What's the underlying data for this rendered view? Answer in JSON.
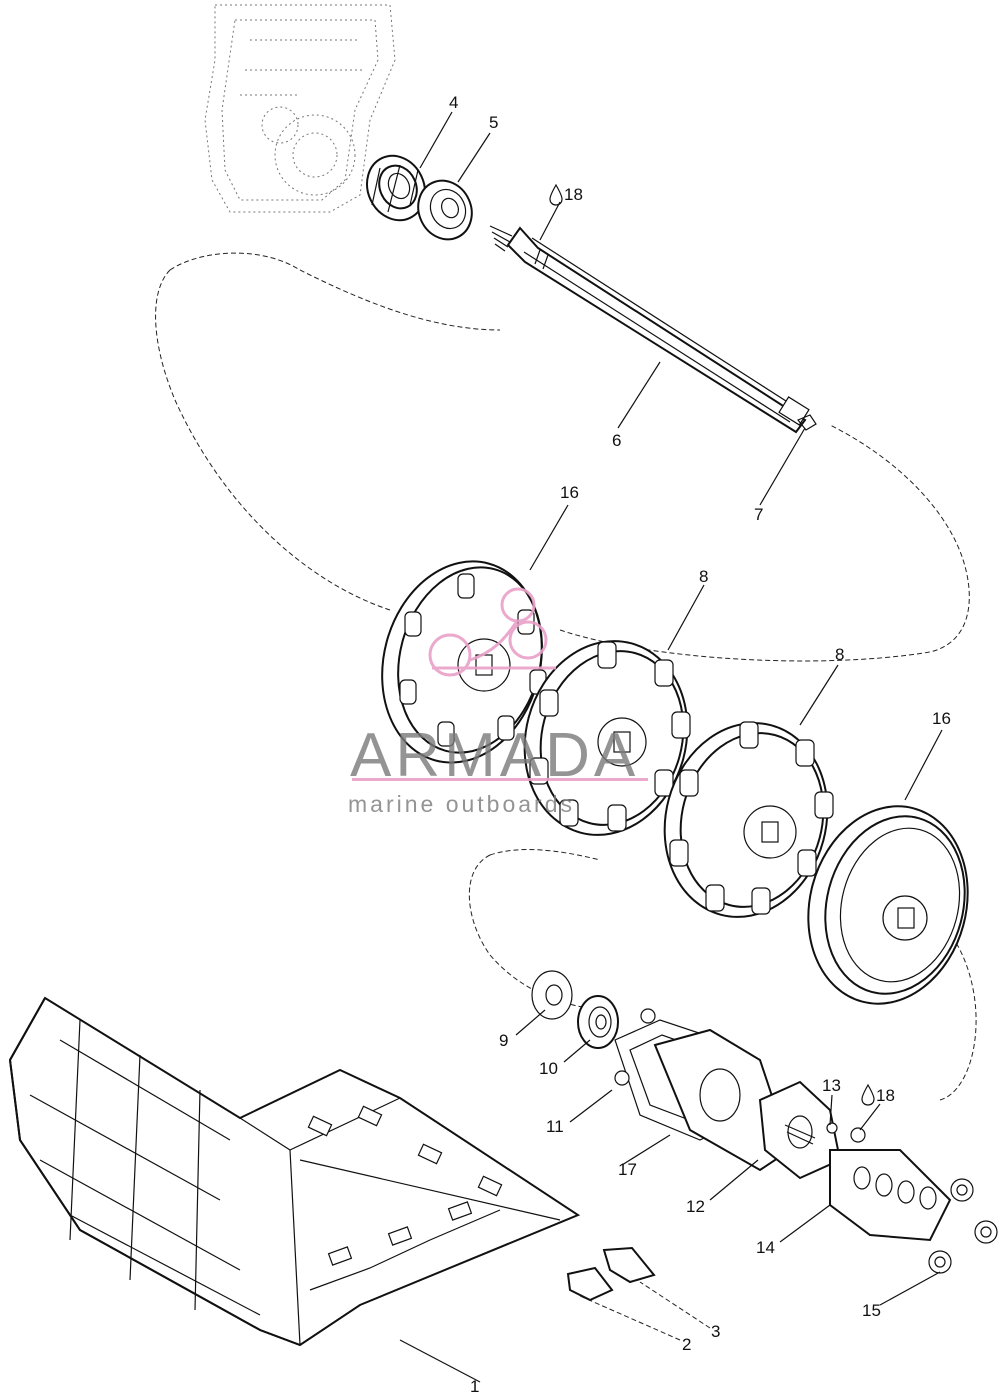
{
  "labels": {
    "p1": "1",
    "p2": "2",
    "p3": "3",
    "p4": "4",
    "p5": "5",
    "p6": "6",
    "p7": "7",
    "p8a": "8",
    "p8b": "8",
    "p9": "9",
    "p10": "10",
    "p11": "11",
    "p12": "12",
    "p13": "13",
    "p14": "14",
    "p15": "15",
    "p16a": "16",
    "p16b": "16",
    "p17": "17",
    "p18a": "18",
    "p18b": "18"
  },
  "watermark": {
    "brand": "ARMADA",
    "tagline": "marine outboards",
    "accent_color": "#e8a0c8",
    "text_color": "#7a7a7a"
  }
}
